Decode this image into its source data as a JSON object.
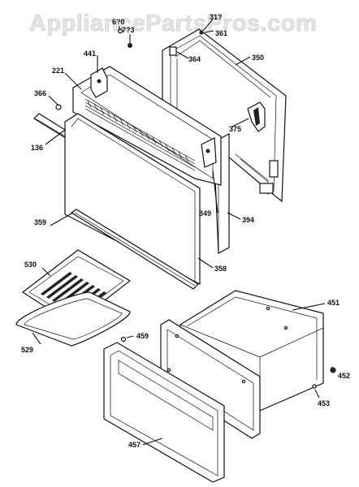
{
  "watermark": "AppliancePartsPros.com",
  "callouts": {
    "p136": "136",
    "p221": "221",
    "p349": "349",
    "p350": "350",
    "p358": "358",
    "p359": "359",
    "p361": "361",
    "p364": "364",
    "p366": "366",
    "p375": "375",
    "p394": "394",
    "p441": "441",
    "p451": "451",
    "p452": "452",
    "p453": "453",
    "p457": "457",
    "p459": "459",
    "p529": "529",
    "p530": "530",
    "p_top1": "6?0",
    "p_top2": "7?3",
    "p_top3": "31?"
  }
}
